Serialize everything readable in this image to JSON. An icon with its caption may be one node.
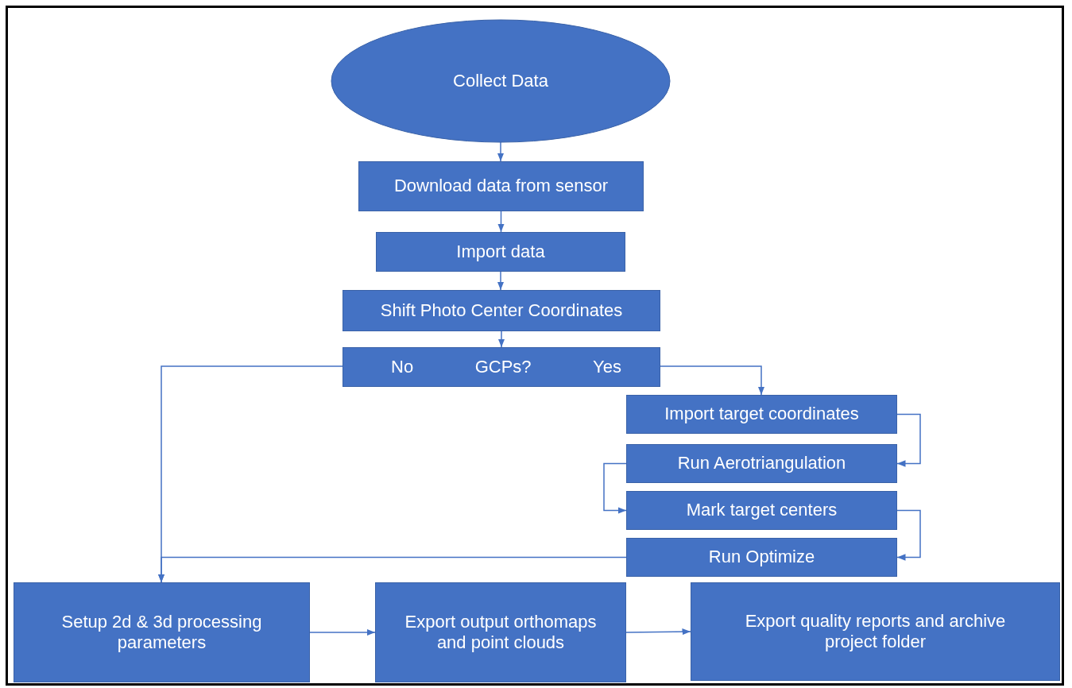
{
  "diagram": {
    "nodes": [
      {
        "text": [
          "Collect Data"
        ]
      },
      {
        "text": [
          "Download data from sensor"
        ]
      },
      {
        "text": [
          "Import data"
        ]
      },
      {
        "text": [
          "Shift Photo Center Coordinates"
        ]
      },
      {
        "text": [
          "No",
          "GCPs?",
          "Yes"
        ]
      },
      {
        "text": [
          "Import target coordinates"
        ]
      },
      {
        "text": [
          "Run Aerotriangulation"
        ]
      },
      {
        "text": [
          "Mark target centers"
        ]
      },
      {
        "text": [
          "Run Optimize"
        ]
      },
      {
        "text": [
          "Setup 2d & 3d processing parameters"
        ]
      },
      {
        "text": [
          "Export output orthomaps and point clouds"
        ]
      },
      {
        "text": [
          "Export quality reports and archive project folder"
        ]
      }
    ],
    "edges": [
      {
        "from": 0,
        "to": 1,
        "arrow": "to"
      },
      {
        "from": 1,
        "to": 2,
        "arrow": "to"
      },
      {
        "from": 2,
        "to": 3,
        "arrow": "to"
      },
      {
        "from": 3,
        "to": 4,
        "arrow": "to"
      },
      {
        "from": 4,
        "to": 9,
        "arrow": "to"
      },
      {
        "from": 4,
        "to": 5,
        "arrow": "to"
      },
      {
        "from": 5,
        "to": 6,
        "arrow": "to"
      },
      {
        "from": 6,
        "to": 7,
        "arrow": "to"
      },
      {
        "from": 7,
        "to": 8,
        "arrow": "to"
      },
      {
        "from": 8,
        "to": 9,
        "arrow": "to"
      },
      {
        "from": 9,
        "to": 10,
        "arrow": "to"
      },
      {
        "from": 10,
        "to": 11,
        "arrow": "to"
      }
    ]
  }
}
